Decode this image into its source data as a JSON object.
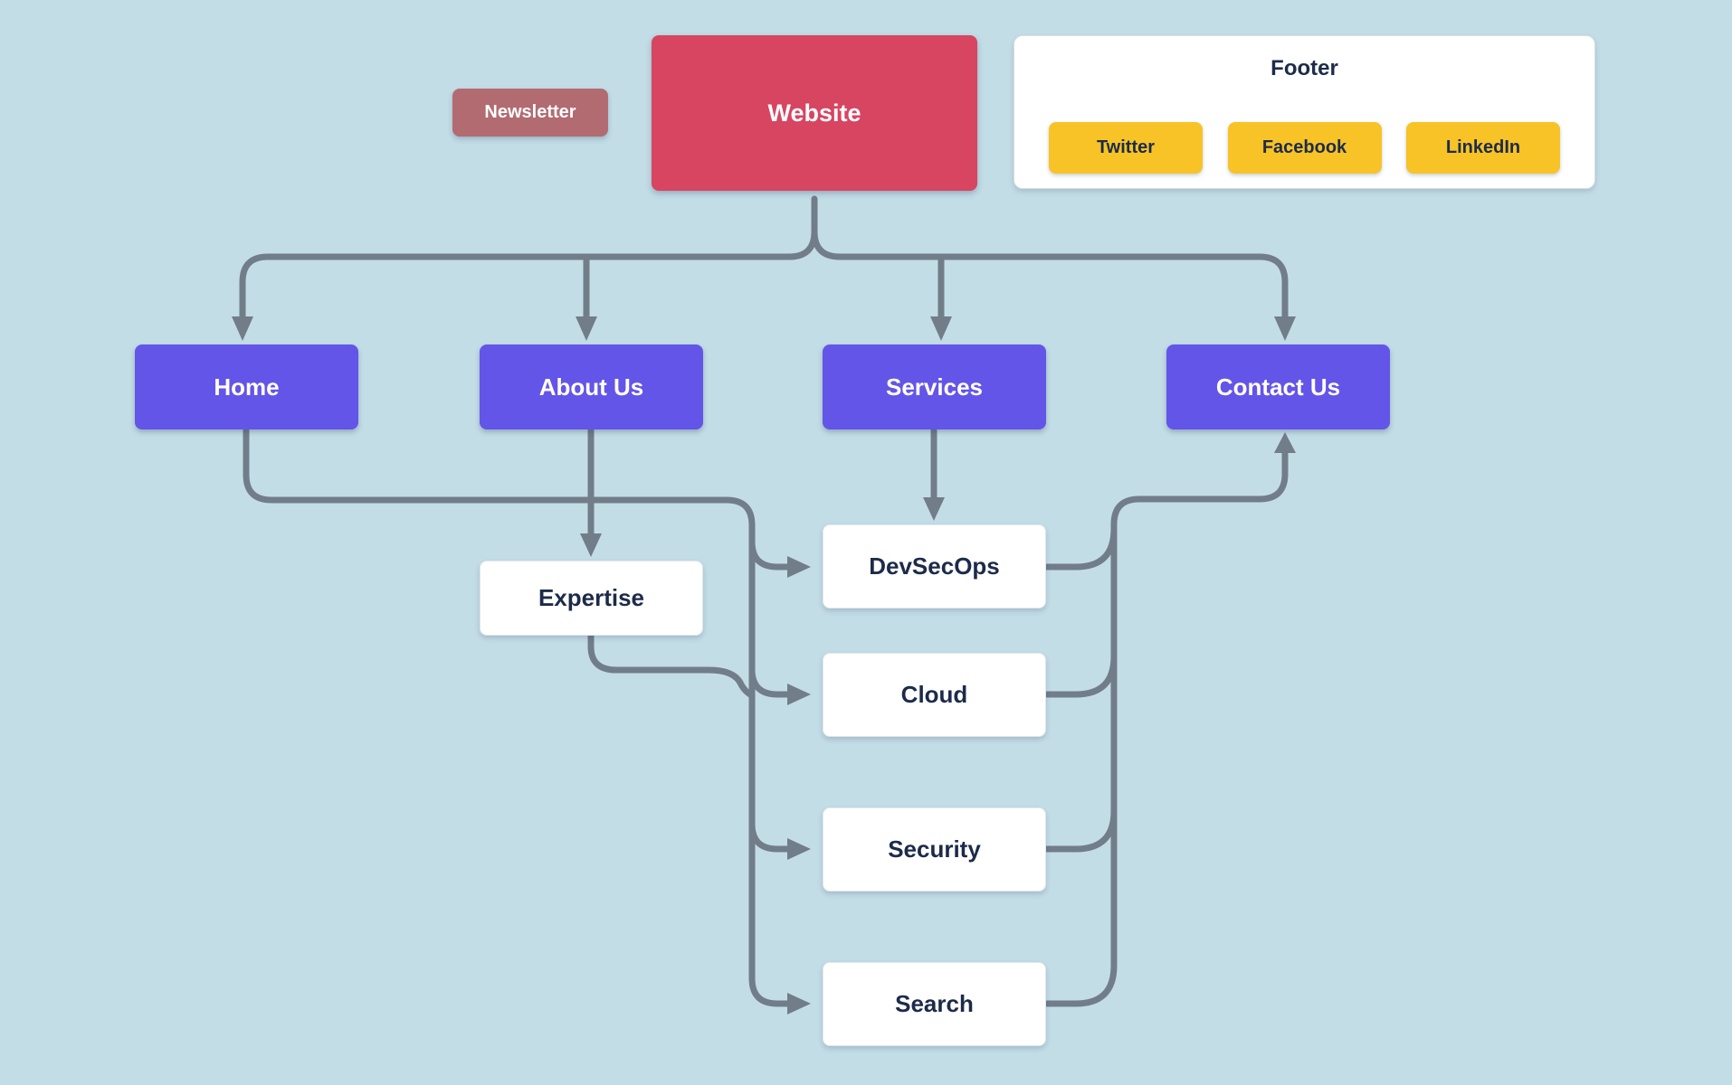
{
  "theme": {
    "bg": "#c3dde7",
    "purple": "#6355e8",
    "red": "#d74561",
    "rose": "#b26b71",
    "yellow": "#f7c326",
    "navy": "#1d2b4a",
    "connector": "#727d8a",
    "white": "#ffffff"
  },
  "nodes": {
    "newsletter": "Newsletter",
    "website": "Website",
    "home": "Home",
    "about_us": "About Us",
    "services": "Services",
    "contact_us": "Contact Us",
    "expertise": "Expertise",
    "devsecops": "DevSecOps",
    "cloud": "Cloud",
    "security": "Security",
    "search": "Search"
  },
  "footer": {
    "title": "Footer",
    "buttons": [
      {
        "label": "Twitter"
      },
      {
        "label": "Facebook"
      },
      {
        "label": "LinkedIn"
      }
    ]
  }
}
